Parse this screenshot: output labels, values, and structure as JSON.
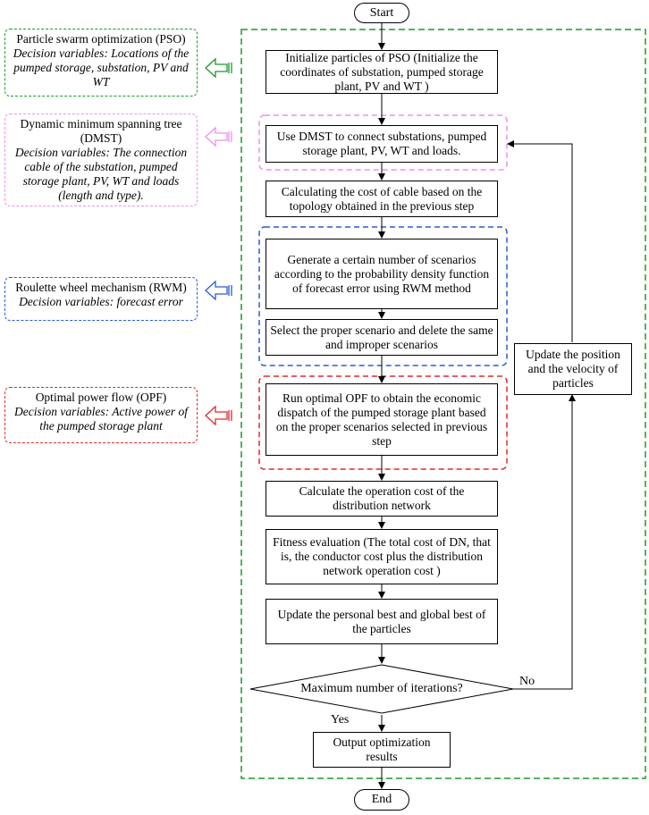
{
  "colors": {
    "pso": "#1a9a2a",
    "dmst": "#f08ef0",
    "rwm": "#2a5bd7",
    "opf": "#e02a2a",
    "outer": "#1a9a2a",
    "line": "#000000"
  },
  "flow": {
    "start": "Start",
    "end": "End",
    "step_init": "Initialize particles of PSO (Initialize the coordinates of substation, pumped storage plant, PV and WT )",
    "step_dmst": "Use DMST to  connect substations, pumped storage plant, PV, WT and loads.",
    "step_cable": "Calculating the cost of cable based on the topology obtained in the previous step",
    "step_generate": "Generate a certain number of scenarios according to the probability density function of forecast error using  RWM method",
    "step_select": "Select the proper scenario and delete the same and improper scenarios",
    "step_opf": "Run optimal OPF to obtain the economic dispatch of the pumped storage plant based on the proper scenarios selected in previous step",
    "step_opcost": "Calculate the operation cost of the distribution network",
    "step_fitness": "Fitness evaluation (The total cost of DN, that is, the conductor cost plus the distribution network operation cost  )",
    "step_update_best": "Update the personal best and global best of the  particles",
    "decision": "Maximum number of iterations?",
    "output": "Output optimization results",
    "update_pos": "Update the position and the velocity of particles",
    "yes": "Yes",
    "no": "No"
  },
  "legend": {
    "pso": {
      "name": "Particle swarm optimization (PSO)",
      "desc_prefix": "Decision variables",
      "desc_body": ": Locations of the pumped storage, substation, PV and WT"
    },
    "dmst": {
      "name": "Dynamic minimum spanning tree (DMST)",
      "desc_prefix": "Decision variables",
      "desc_body": ": The connection cable of the substation, pumped storage plant, PV, WT and loads (length and type)."
    },
    "rwm": {
      "name": "Roulette wheel mechanism (RWM)",
      "desc_prefix": "Decision variables",
      "desc_body": ": forecast error"
    },
    "opf": {
      "name": "Optimal power flow (OPF)",
      "desc_prefix": "Decision variables",
      "desc_body": ": Active power of the pumped storage plant"
    }
  }
}
